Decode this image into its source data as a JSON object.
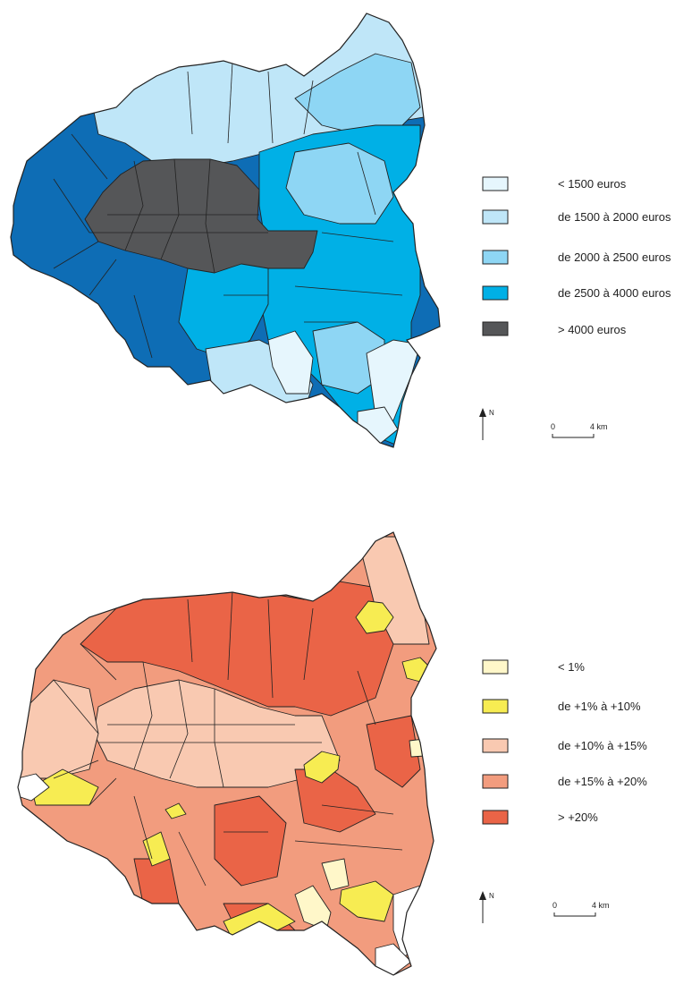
{
  "maps": [
    {
      "id": "income",
      "legend": [
        {
          "label": "< 1500 euros",
          "color": "#e6f6fd"
        },
        {
          "label": "de 1500 à 2000 euros",
          "color": "#bfe6f8"
        },
        {
          "label": "de 2000 à 2500 euros",
          "color": "#8ed6f4"
        },
        {
          "label": "de 2500 à 4000 euros",
          "color": "#00b0e6"
        },
        {
          "label": "> 4000 euros",
          "color": "#555658"
        }
      ],
      "extra_colors": {
        "dark_blue": "#0e6db5"
      },
      "scale": {
        "zero": "0",
        "distance": "4 km"
      },
      "north": "N"
    },
    {
      "id": "change",
      "legend": [
        {
          "label": "< 1%",
          "color": "#fff7c9"
        },
        {
          "label": "de +1% à +10%",
          "color": "#f7ec52"
        },
        {
          "label": "de  +10% à +15%",
          "color": "#f9c9b1"
        },
        {
          "label": "de +15% à +20%",
          "color": "#f29c7e"
        },
        {
          "label": "> +20%",
          "color": "#ea6447"
        }
      ],
      "scale": {
        "zero": "0",
        "distance": "4 km"
      },
      "north": "N"
    }
  ]
}
